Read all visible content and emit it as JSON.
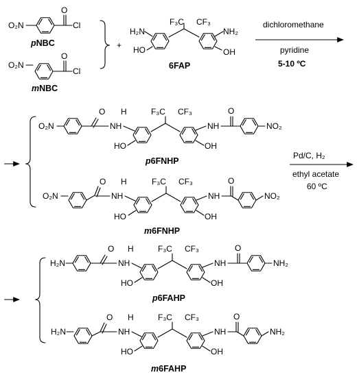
{
  "reactants": {
    "pnbc": {
      "no2": "O₂N",
      "carbonyl_o": "O",
      "cl": "Cl",
      "label_prefix": "p",
      "label_main": "NBC"
    },
    "mnbc": {
      "no2": "O₂N",
      "carbonyl_o": "O",
      "cl": "Cl",
      "label_prefix": "m",
      "label_main": "NBC"
    },
    "plus": "+",
    "sixfap": {
      "cf3_left": "F₃C",
      "cf3_right": "CF₃",
      "nh2_left": "H₂N",
      "nh2_right": "NH₂",
      "oh_left": "HO",
      "oh_right": "OH",
      "label": "6FAP"
    }
  },
  "step1": {
    "solvent": "dichloromethane",
    "base": "pyridine",
    "temperature": "5-10 ºC"
  },
  "step2": {
    "catalyst": "Pd/C, H₂",
    "solvent": "ethyl acetate",
    "temperature": "60 ºC"
  },
  "intermediates": {
    "p6fnhp": {
      "no2_left": "O₂N",
      "no2_right": "NO₂",
      "o": "O",
      "hn": "H",
      "n": "N",
      "nh": "NH",
      "cf3_left": "F₃C",
      "cf3_right": "CF₃",
      "oh_left": "HO",
      "oh_right": "OH",
      "label_prefix": "p",
      "label_main": "6FNHP"
    },
    "m6fnhp": {
      "no2_left": "O₂N",
      "no2_right": "NO₂",
      "o": "O",
      "hn": "H",
      "n": "N",
      "nh": "NH",
      "cf3_left": "F₃C",
      "cf3_right": "CF₃",
      "oh_left": "HO",
      "oh_right": "OH",
      "label_prefix": "m",
      "label_main": "6FNHP"
    }
  },
  "products": {
    "p6fahp": {
      "nh2_left": "H₂N",
      "nh2_right": "NH₂",
      "o": "O",
      "hn": "H",
      "n": "N",
      "nh": "NH",
      "cf3_left": "F₃C",
      "cf3_right": "CF₃",
      "oh_left": "HO",
      "oh_right": "OH",
      "label_prefix": "p",
      "label_main": "6FAHP"
    },
    "m6fahp": {
      "nh2_left": "H₂N",
      "nh2_right": "NH₂",
      "o": "O",
      "hn": "H",
      "n": "N",
      "nh": "NH",
      "cf3_left": "F₃C",
      "cf3_right": "CF₃",
      "oh_left": "HO",
      "oh_right": "OH",
      "label_prefix": "m",
      "label_main": "6FAHP"
    }
  }
}
